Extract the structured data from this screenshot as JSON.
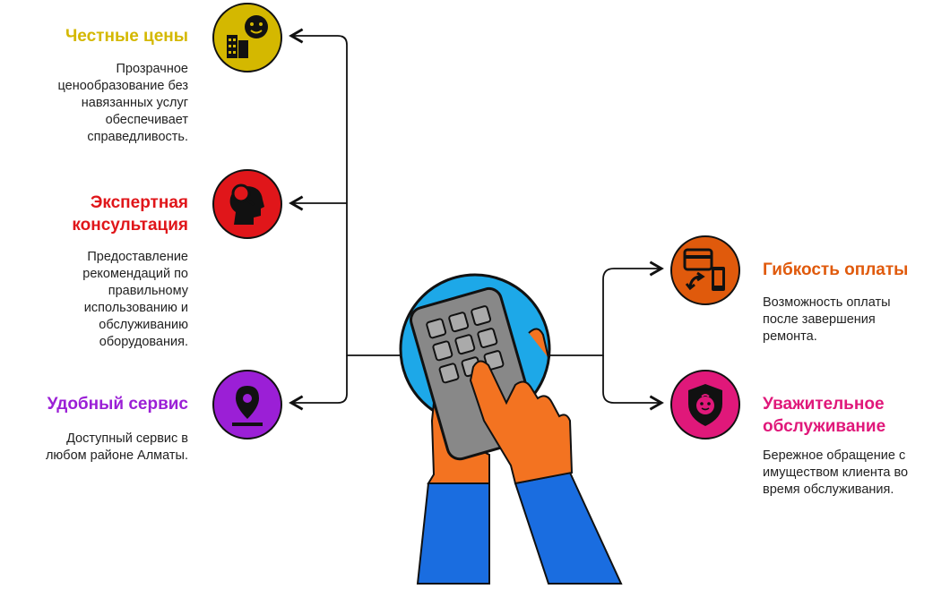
{
  "items": [
    {
      "title": "Честные цены",
      "desc": "Прозрачное ценообразование без навязанных услуг обеспечивает справедливость.",
      "color": "#d4b800",
      "icon": "building-smiley-icon"
    },
    {
      "title": "Экспертная консультация",
      "desc": "Предоставление рекомендаций по правильному использованию и обслуживанию оборудования.",
      "color": "#e0161a",
      "icon": "head-magnifier-icon"
    },
    {
      "title": "Удобный сервис",
      "desc": "Доступный сервис в любом районе Алматы.",
      "color": "#9b1fd6",
      "icon": "map-pin-icon"
    },
    {
      "title": "Гибкость оплаты",
      "desc": "Возможность оплаты после завершения ремонта.",
      "color": "#e05a0c",
      "icon": "card-phone-icon"
    },
    {
      "title": "Уважительное обслуживание",
      "desc": "Бережное обращение с имуществом клиента во время обслуживания.",
      "color": "#e0187a",
      "icon": "shield-face-icon"
    }
  ],
  "colors": {
    "calc_circle": "#1da8e8",
    "calc_body": "#888888",
    "hand": "#f37321",
    "sleeve": "#1a6de0"
  }
}
